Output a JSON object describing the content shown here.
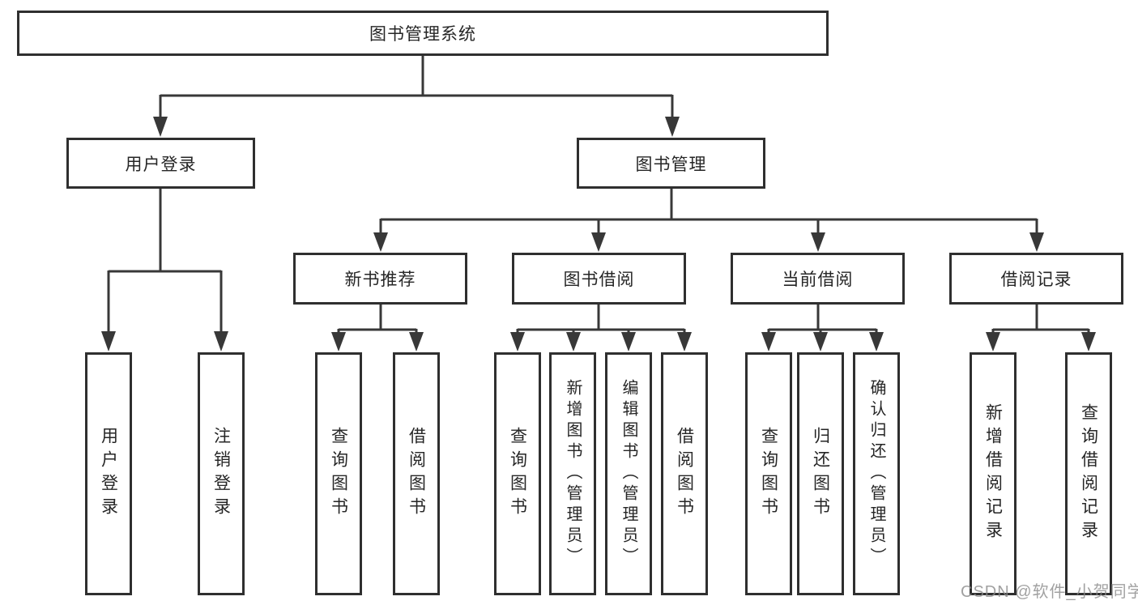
{
  "page": {
    "background": "#ffffff",
    "watermark": "CSDN @软件_小贺同学"
  },
  "colors": {
    "connector_line": "#383838",
    "box_border": "#2f2f2f",
    "box_fill": "#ffffff",
    "text": "#262626",
    "watermark": "#8a8a8a"
  },
  "nodes": {
    "root": {
      "label": "图书管理系统"
    },
    "user_login": {
      "label": "用户登录"
    },
    "book_mgmt": {
      "label": "图书管理"
    },
    "new_book_rec": {
      "label": "新书推荐"
    },
    "book_borrow": {
      "label": "图书借阅"
    },
    "current_borrow": {
      "label": "当前借阅"
    },
    "borrow_record": {
      "label": "借阅记录"
    },
    "leaves": {
      "user_login_leaf": {
        "label": "用户登录"
      },
      "logout": {
        "label": "注销登录"
      },
      "rec_query_books": {
        "label": "查询图书"
      },
      "rec_borrow_books": {
        "label": "借阅图书"
      },
      "bor_query_books": {
        "label": "查询图书"
      },
      "bor_add_books": {
        "label": "新增图书（管理员）"
      },
      "bor_edit_books": {
        "label": "编辑图书（管理员）"
      },
      "bor_borrow_books": {
        "label": "借阅图书"
      },
      "cur_query_books": {
        "label": "查询图书"
      },
      "cur_return_books": {
        "label": "归还图书"
      },
      "cur_confirm_return": {
        "label": "确认归还（管理员）"
      },
      "recd_add_record": {
        "label": "新增借阅记录"
      },
      "recd_query_record": {
        "label": "查询借阅记录"
      }
    }
  }
}
